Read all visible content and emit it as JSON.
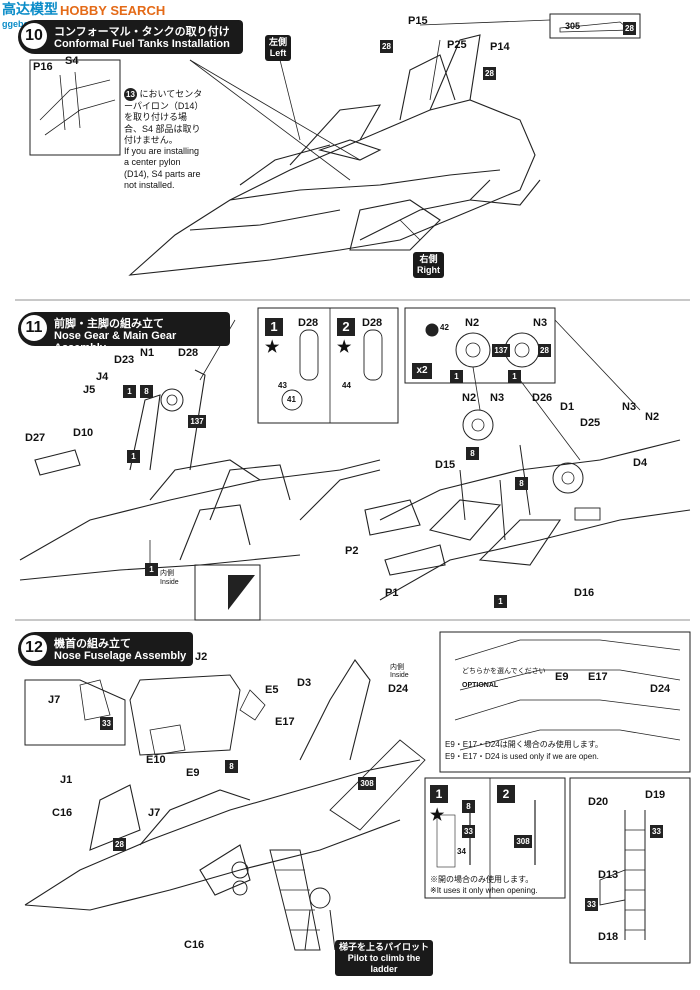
{
  "watermark": {
    "brand": "HOBBY SEARCH",
    "url": "ggebo.com",
    "brand_cn": "高达模型"
  },
  "step10": {
    "number": "10",
    "title_jp": "コンフォーマル・タンクの取り付け",
    "title_en": "Conformal Fuel Tanks Installation",
    "left_jp": "左側",
    "left_en": "Left",
    "right_jp": "右側",
    "right_en": "Right",
    "inset_note_ref": "13",
    "inset_note_jp": "においてセンターパイロン（D14）を取り付ける場合、S4 部品は取り付けません。",
    "inset_note_en": "If you are installing a center pylon (D14), S4 parts are not installed.",
    "labels": {
      "p16": "P16",
      "s4": "S4",
      "p15": "P15",
      "p25": "P25",
      "p14": "P14",
      "c305": "305",
      "c28a": "28",
      "c28b": "28",
      "c28c": "28"
    }
  },
  "step11": {
    "number": "11",
    "title_jp": "前脚・主脚の組み立て",
    "title_en": "Nose Gear & Main Gear Assembly",
    "labels": {
      "n1": "N1",
      "d28": "D28",
      "d23": "D23",
      "j4": "J4",
      "j5": "J5",
      "d10": "D10",
      "d27": "D27",
      "c137": "137",
      "c1a": "1",
      "c8": "8",
      "c1b": "1",
      "c1c": "1",
      "inside_jp": "内側",
      "inside_en": "Inside"
    },
    "variants": [
      {
        "num": "1",
        "part": "D28",
        "codes": [
          "43",
          "41"
        ]
      },
      {
        "num": "2",
        "part": "D28",
        "codes": [
          "44"
        ]
      }
    ],
    "wheel": {
      "c42": "42",
      "n2": "N2",
      "n3": "N3",
      "c137": "137",
      "c28": "28",
      "c1a": "1",
      "c1b": "1",
      "x2": "x2"
    },
    "main": {
      "n2": "N2",
      "n3": "N3",
      "d26": "D26",
      "d1": "D1",
      "d25": "D25",
      "n3b": "N3",
      "n2b": "N2",
      "d15": "D15",
      "d4": "D4",
      "p2": "P2",
      "p1": "P1",
      "d16": "D16",
      "c8a": "8",
      "c8b": "8",
      "c1": "1"
    }
  },
  "step12": {
    "number": "12",
    "title_jp": "機首の組み立て",
    "title_en": "Nose Fuselage Assembly",
    "labels": {
      "j2": "J2",
      "j7a": "J7",
      "j7b": "J7",
      "e5": "E5",
      "d3": "D3",
      "d24": "D24",
      "e10": "E10",
      "e17": "E17",
      "e9": "E9",
      "j1": "J1",
      "c16a": "C16",
      "c16b": "C16",
      "c33": "33",
      "c8": "8",
      "c28": "28",
      "c308": "308",
      "inside_jp": "内側",
      "inside_en": "Inside"
    },
    "optional": {
      "jp": "どちらかを選んでください",
      "en": "OPTIONAL",
      "e9": "E9",
      "e17": "E17",
      "d24": "D24",
      "note_jp": "E9・E17・D24は開く場合のみ使用します。",
      "note_en": "E9・E17・D24 is used only if we are open."
    },
    "ladder_opts": {
      "c8": "8",
      "c33": "33",
      "c34": "34",
      "c308": "308",
      "note_jp": "※開の場合のみ使用します。",
      "note_en": "※It uses it only when opening."
    },
    "ladder": {
      "d20": "D20",
      "d19": "D19",
      "d13": "D13",
      "d18": "D18",
      "c33a": "33",
      "c33b": "33"
    },
    "pilot_jp": "梯子を上るパイロット",
    "pilot_en": "Pilot to climb the ladder"
  }
}
